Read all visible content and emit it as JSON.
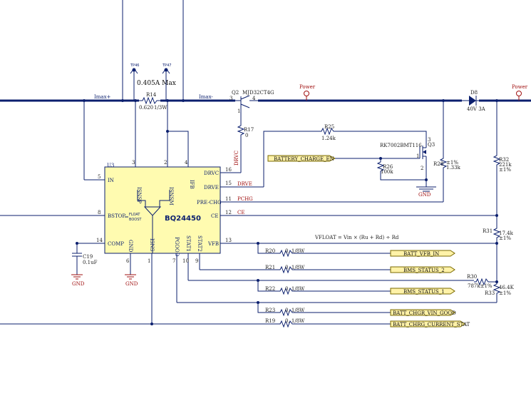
{
  "ic": {
    "ref": "U3",
    "part": "BQ24450",
    "pins_left": [
      {
        "num": "5",
        "name": "IN"
      },
      {
        "num": "8",
        "name": "BSTOP"
      },
      {
        "num": "14",
        "name": "COMP"
      }
    ],
    "pins_right": [
      {
        "num": "16",
        "name": "DRVC"
      },
      {
        "num": "15",
        "name": "DRVE"
      },
      {
        "num": "11",
        "name": "PRE-CHG"
      },
      {
        "num": "12",
        "name": "CE"
      },
      {
        "num": "13",
        "name": "VFB"
      }
    ],
    "pins_top": [
      {
        "num": "3",
        "name": "ISNSP"
      },
      {
        "num": "2",
        "name": "ISNSM"
      },
      {
        "num": "4",
        "name": "IFB"
      }
    ],
    "pins_bottom": [
      {
        "num": "6",
        "name": "GND"
      },
      {
        "num": "1",
        "name": "ISNS"
      },
      {
        "num": "7",
        "name": "PGOOD"
      },
      {
        "num": "10",
        "name": "STAT1"
      },
      {
        "num": "9",
        "name": "STAT2"
      }
    ],
    "float_label": "FLOAT",
    "boost_label": "BOOST"
  },
  "nets": {
    "imax_left": "Imax+",
    "imax_right": "Imax-",
    "drvc": "DRVC",
    "drve": "DRVE",
    "pchg": "PCHG",
    "ce": "CE"
  },
  "testpoints": [
    {
      "ref": "TP46"
    },
    {
      "ref": "TP47"
    }
  ],
  "max_current": "0.405A Max",
  "components": {
    "r14": {
      "ref": "R14",
      "value": "0.620",
      "rating": "1/3W"
    },
    "q2": {
      "ref": "Q2",
      "part": "MJD32CT4G",
      "pin3": "3",
      "pin4": "4",
      "pin1": "1"
    },
    "r17": {
      "ref": "R17",
      "value": "0"
    },
    "r25": {
      "ref": "R25",
      "value": "1.24k"
    },
    "q3": {
      "ref": "Q3",
      "part": "RK7002BMT116",
      "pin1": "1",
      "pin2": "2",
      "pin3": "3"
    },
    "r26": {
      "ref": "R26",
      "value": "100k"
    },
    "r28": {
      "ref": "R28",
      "tol": "±1%",
      "value": "1.33k"
    },
    "d8": {
      "ref": "D8",
      "value": "40V 3A"
    },
    "r32": {
      "ref": "R32",
      "value": "221k",
      "tol": "±1%"
    },
    "r31": {
      "ref": "R31",
      "value": "17.4k",
      "tol": "±1%"
    },
    "r30": {
      "ref": "R30",
      "value": "787k±1%"
    },
    "r33": {
      "ref": "R33",
      "value": "46.4K",
      "tol": "±1%"
    },
    "c19": {
      "ref": "C19",
      "value": "0.1uF"
    },
    "r20": {
      "ref": "R20",
      "value": "0, 1/8W"
    },
    "r21": {
      "ref": "R21",
      "value": "0, 1/8W"
    },
    "r22": {
      "ref": "R22",
      "value": "0, 1/8W"
    },
    "r23": {
      "ref": "R23",
      "value": "0, 1/8W"
    },
    "r19": {
      "ref": "R19",
      "value": "0, 1/8W"
    }
  },
  "power_labels": [
    "Power",
    "Power"
  ],
  "gnd_labels": [
    "GND",
    "GND",
    "GND"
  ],
  "ports": {
    "battery_charge_en": "BATTERY_CHARGE_EN",
    "batt_vfb_in": "BATT_VFB_IN",
    "bms_status_2": "BMS_STATUS_2",
    "bms_status_1": "BMS_STATUS_1",
    "batt_chgr_vin_good": "BATT_CHGR_VIN_GOOD",
    "batt_chrg_current_stat": "BATT_CHRG_CURRENT_STAT"
  },
  "formula": "VFLOAT = Vin × (Ru + Rd) ÷ Rd"
}
